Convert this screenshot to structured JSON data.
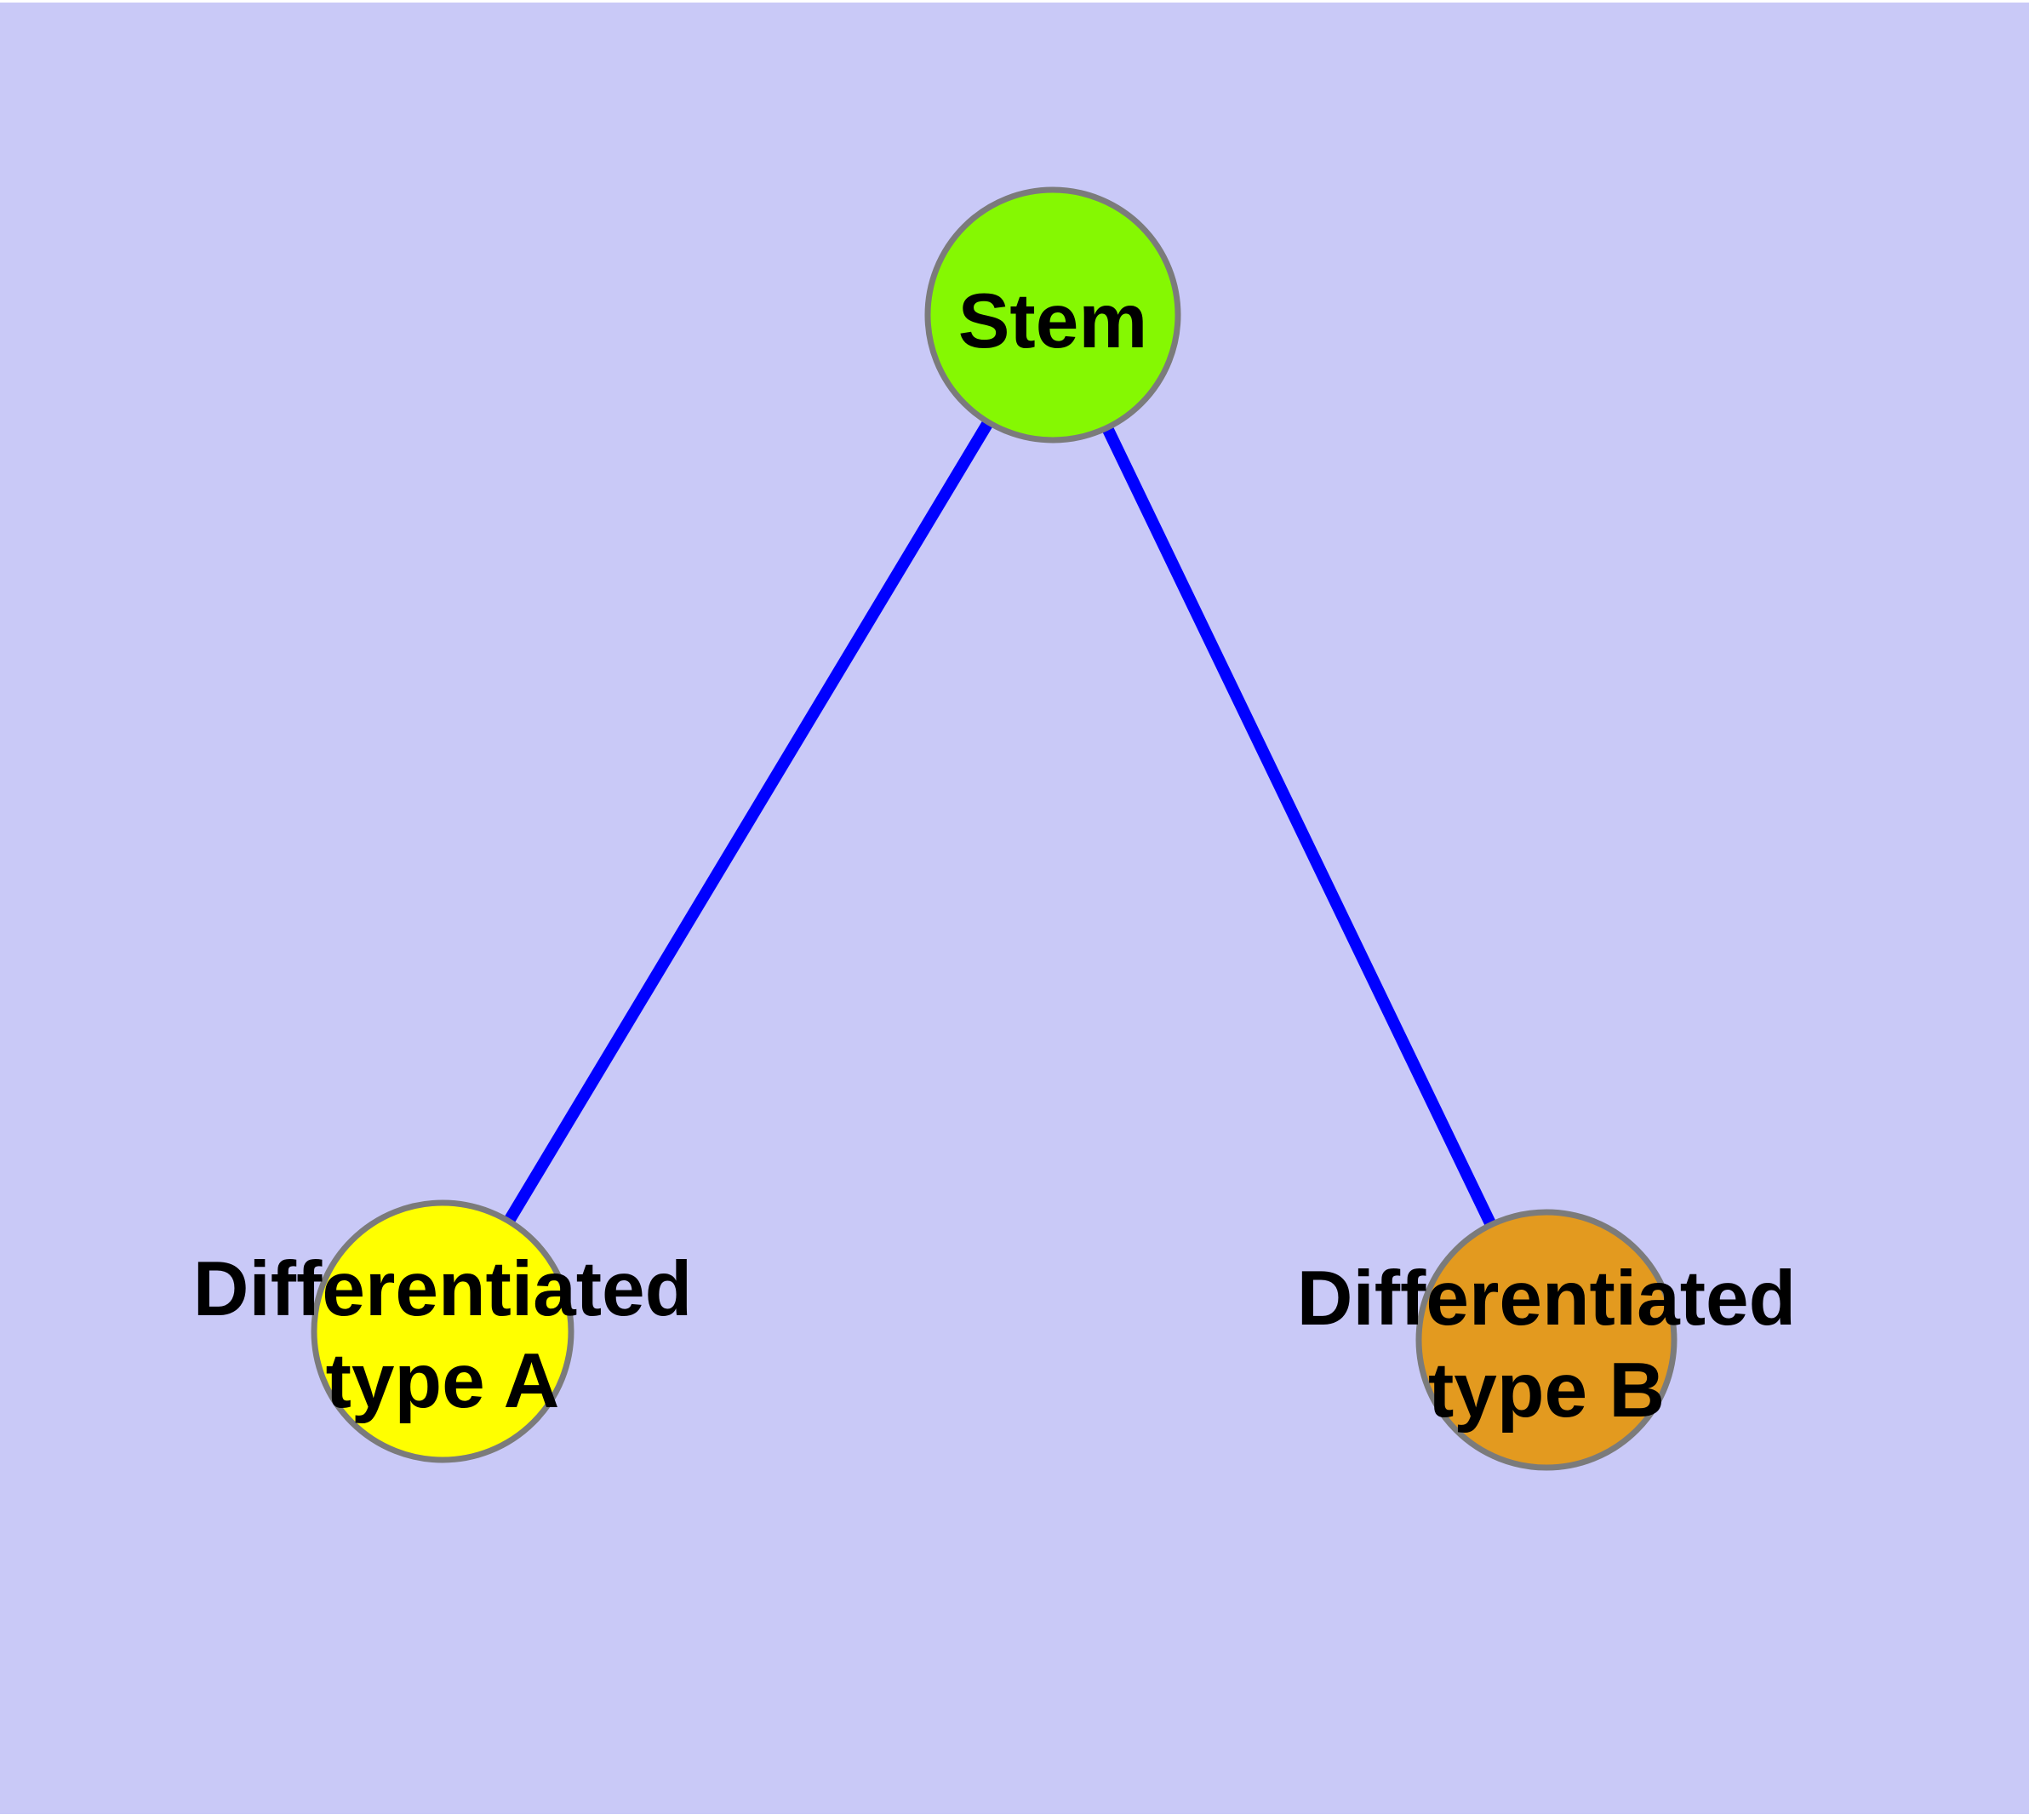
{
  "canvas": {
    "background": "#c9c9f7",
    "frame": "#ffffff"
  },
  "graph": {
    "edge_color": "#0000ff",
    "node_border_color": "#7b7b7b",
    "label_color": "#000000",
    "nodes": [
      {
        "id": "stem",
        "label": "Stem",
        "fill": "#85f802"
      },
      {
        "id": "type-a",
        "label_line1": "Differentiated",
        "label_line2": "type A",
        "fill": "#ffff00"
      },
      {
        "id": "type-b",
        "label_line1": "Differentiated",
        "label_line2": "type B",
        "fill": "#e39a1f"
      }
    ],
    "edges": [
      {
        "from": "Stem",
        "to": "Differentiated type A"
      },
      {
        "from": "Stem",
        "to": "Differentiated type B"
      }
    ]
  }
}
